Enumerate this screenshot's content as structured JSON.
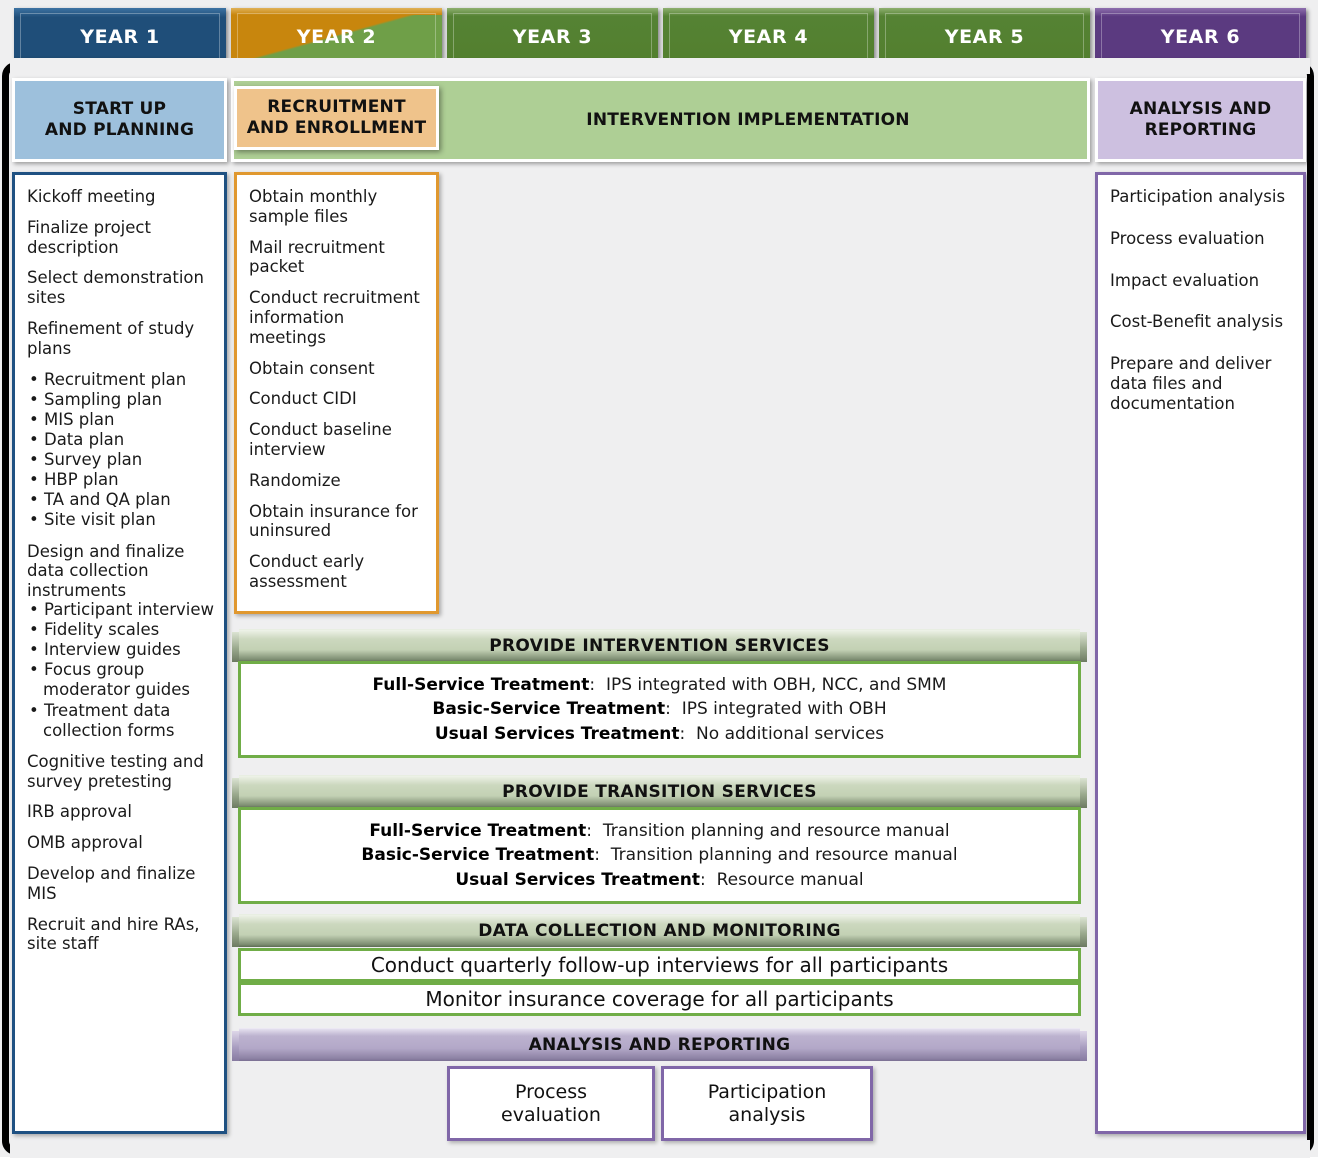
{
  "colors": {
    "year1": "#1F4E79",
    "year2_left": "#C8860D",
    "year2_right": "#6F9F48",
    "year345": "#538234",
    "year6": "#5B3A80",
    "startup_phase": "#9DC0DC",
    "recruitment_phase": "#EFC38B",
    "intervention_phase": "#AECF95",
    "analysis_phase": "#CDC0E0",
    "green_border": "#70AD47",
    "purple_border": "#8067A8",
    "blue_border": "#1F5182",
    "orange_border": "#E0982F",
    "background": "#EFEFF0"
  },
  "years": [
    {
      "label": "YEAR 1",
      "style": "blue"
    },
    {
      "label": "YEAR 2",
      "style": "split"
    },
    {
      "label": "YEAR 3",
      "style": "green"
    },
    {
      "label": "YEAR 4",
      "style": "green"
    },
    {
      "label": "YEAR 5",
      "style": "green"
    },
    {
      "label": "YEAR 6",
      "style": "purple"
    }
  ],
  "phases": {
    "startup": "START UP\nAND PLANNING",
    "startup_line1": "START UP",
    "startup_line2": "AND PLANNING",
    "recruitment_line1": "RECRUITMENT",
    "recruitment_line2": "AND ENROLLMENT",
    "intervention": "INTERVENTION IMPLEMENTATION",
    "analysis_line1": "ANALYSIS AND",
    "analysis_line2": "REPORTING"
  },
  "year1_tasks": {
    "items": [
      "Kickoff meeting",
      "Finalize project description",
      "Select demonstration sites",
      "Refinement of study plans"
    ],
    "plan_bullets": [
      "Recruitment plan",
      "Sampling plan",
      "MIS plan",
      "Data plan",
      "Survey plan",
      "HBP plan",
      "TA and QA plan",
      "Site visit plan"
    ],
    "instruments_header": "Design and finalize data collection instruments",
    "instrument_bullets": [
      "Participant interview",
      "Fidelity scales",
      "Interview guides",
      "Focus group moderator guides",
      "Treatment data collection forms"
    ],
    "tail_items": [
      "Cognitive testing and survey pretesting",
      "IRB approval",
      "OMB approval",
      "Develop and finalize MIS",
      "Recruit and hire RAs, site staff"
    ]
  },
  "year2_tasks": {
    "items": [
      "Obtain monthly sample files",
      "Mail recruitment packet",
      "Conduct recruitment information meetings",
      "Obtain consent",
      "Conduct CIDI",
      "Conduct baseline interview",
      "Randomize",
      "Obtain insurance for uninsured",
      "Conduct early assessment"
    ]
  },
  "year6_tasks": {
    "items": [
      "Participation analysis",
      "Process evaluation",
      "Impact evaluation",
      "Cost-Benefit analysis",
      "Prepare and deliver data files and documentation"
    ]
  },
  "intervention_services": {
    "banner": "PROVIDE INTERVENTION SERVICES",
    "rows": [
      {
        "label": "Full-Service Treatment",
        "value": "IPS integrated with OBH, NCC, and SMM"
      },
      {
        "label": "Basic-Service Treatment",
        "value": "IPS integrated with OBH"
      },
      {
        "label": "Usual Services Treatment",
        "value": "No additional services"
      }
    ]
  },
  "transition_services": {
    "banner": "PROVIDE TRANSITION SERVICES",
    "rows": [
      {
        "label": "Full-Service Treatment",
        "value": "Transition planning and resource manual"
      },
      {
        "label": "Basic-Service Treatment",
        "value": "Transition planning and resource manual"
      },
      {
        "label": "Usual Services Treatment",
        "value": "Resource manual"
      }
    ]
  },
  "data_collection": {
    "banner": "DATA COLLECTION AND MONITORING",
    "rows": [
      "Conduct quarterly follow-up interviews for all participants",
      "Monitor insurance coverage for all participants"
    ]
  },
  "analysis_reporting": {
    "banner": "ANALYSIS AND REPORTING",
    "boxes": [
      {
        "line1": "Process",
        "line2": "evaluation"
      },
      {
        "line1": "Participation",
        "line2": "analysis"
      }
    ]
  }
}
